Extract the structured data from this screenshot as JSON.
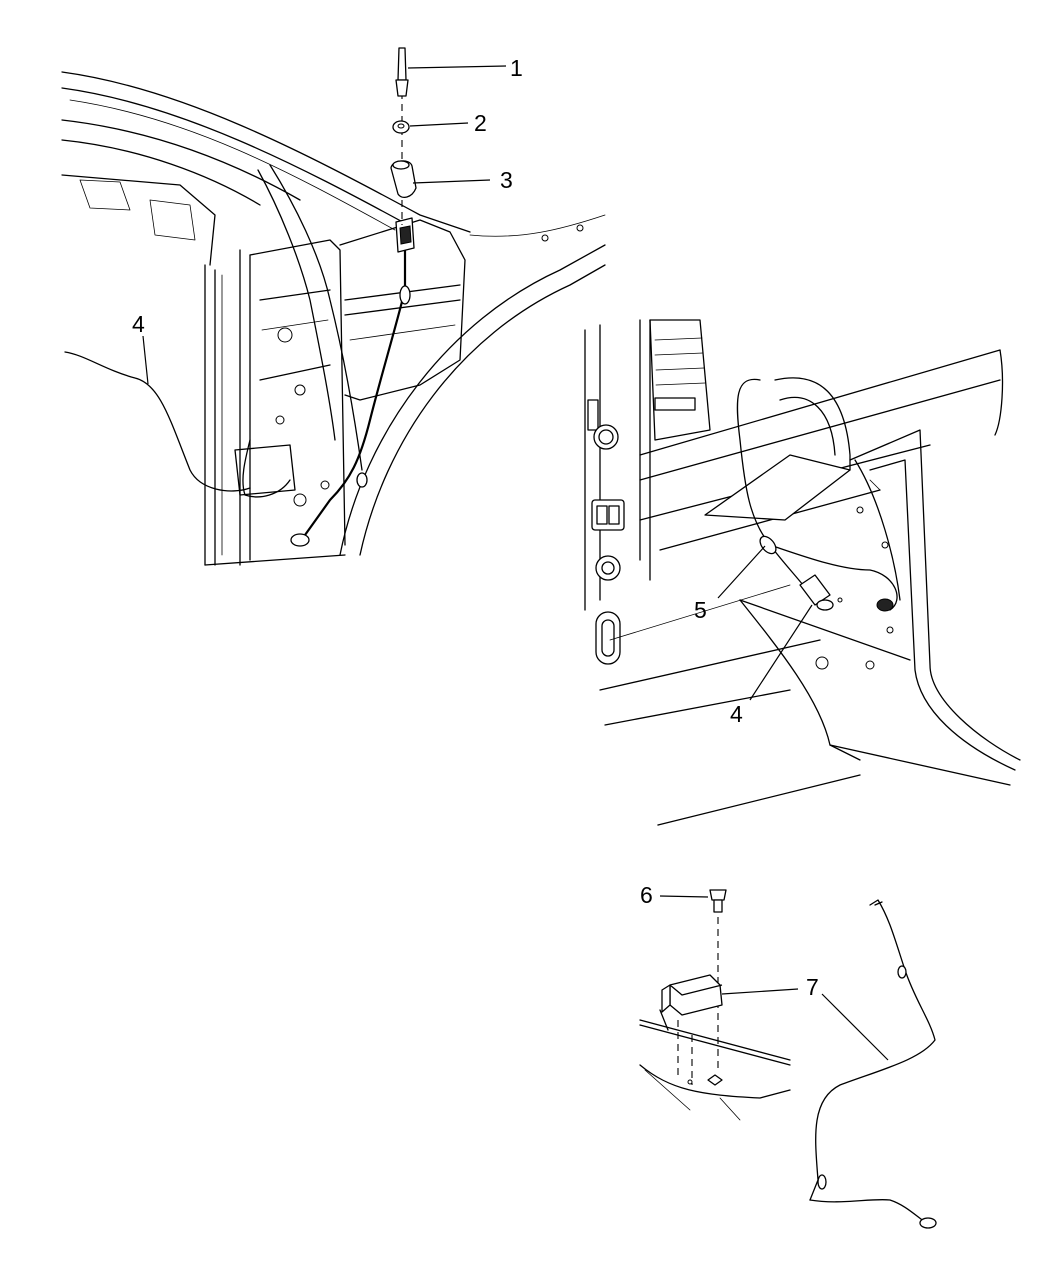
{
  "callouts": {
    "antenna_mast": "1",
    "nut": "2",
    "antenna_base": "3",
    "cable_left": "4",
    "cable_dash": "4",
    "adapter_cable": "5",
    "screw": "6",
    "module": "7"
  }
}
